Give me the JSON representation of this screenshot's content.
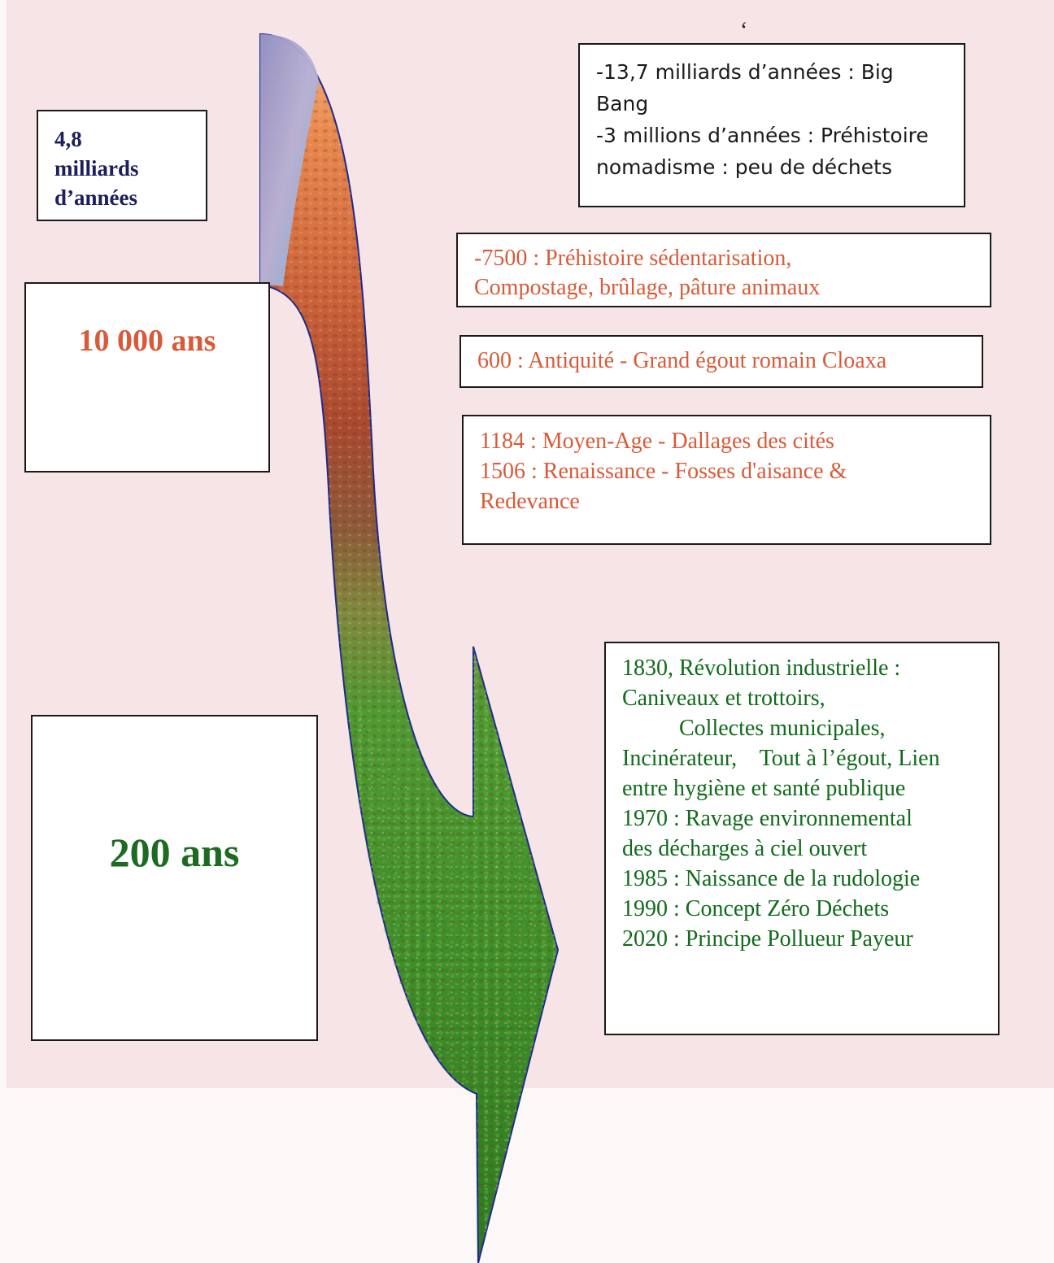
{
  "colors": {
    "navy": "#1c1f5a",
    "orange_red": "#d95a38",
    "green": "#1d6a22",
    "dark_green": "#0f6b1a",
    "arrow_outline": "#1c2a8a"
  },
  "arrow_glyph": "‘",
  "eras": {
    "era1": {
      "lines": [
        "4,8",
        "milliards",
        "d’années"
      ]
    },
    "era2": {
      "label": "10 000 ans"
    },
    "era3": {
      "label": "200 ans"
    }
  },
  "events": {
    "box1": {
      "lines": [
        "-13,7 milliards d’années : Big",
        "Bang",
        "-3 millions d’années : Préhistoire",
        "nomadisme : peu de déchets"
      ]
    },
    "box2": {
      "lines": [
        "-7500 : Préhistoire sédentarisation,",
        "Compostage, brûlage, pâture animaux"
      ]
    },
    "box3": {
      "lines": [
        "600 : Antiquité - Grand égout romain Cloaxa"
      ]
    },
    "box4": {
      "lines": [
        "1184 : Moyen-Age - Dallages des cités",
        "1506 : Renaissance - Fosses d'aisance &",
        "Redevance"
      ]
    },
    "box5": {
      "lines": [
        "1830, Révolution industrielle :",
        "Caniveaux et trottoirs,",
        "          Collectes municipales,",
        "Incinérateur,    Tout à l’égout, Lien",
        "entre hygiène et santé publique",
        "1970 : Ravage environnemental",
        "des décharges à ciel ouvert",
        "1985 : Naissance de la rudologie",
        "1990 : Concept Zéro Déchets",
        "2020 : Principe Pollueur Payeur"
      ]
    }
  }
}
